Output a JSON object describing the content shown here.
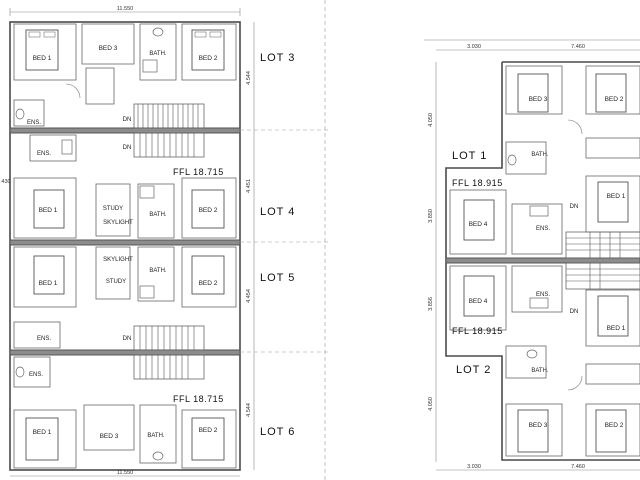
{
  "dimensions": {
    "left_width_top": "11.550",
    "left_width_bottom": "11.550",
    "left_h_lot3": "4.544",
    "left_h_lot4": "4.451",
    "left_h_lot5": "4.454",
    "left_h_lot6": "4.544",
    "left_offset": "430",
    "right_w_a": "3.030",
    "right_w_b": "7.460",
    "right_w_a_bottom": "3.030",
    "right_w_b_bottom": "7.460",
    "right_h_1": "4.050",
    "right_h_2": "3.850",
    "right_h_3": "3.856",
    "right_h_4": "4.050"
  },
  "lots": {
    "lot3": "LOT 3",
    "lot4": "LOT 4",
    "lot5": "LOT 5",
    "lot6": "LOT 6",
    "lot1": "LOT 1",
    "lot2": "LOT 2"
  },
  "levels": {
    "left_a": "FFL 18.715",
    "left_b": "FFL 18.715",
    "right_a": "FFL 18.915",
    "right_b": "FFL 18.915"
  },
  "rooms": {
    "bed1": "BED 1",
    "bed2": "BED 2",
    "bed3": "BED 3",
    "bed4": "BED 4",
    "bath": "BATH.",
    "ens": "ENS.",
    "study": "STUDY",
    "skylight": "SKYLIGHT",
    "dn": "DN"
  }
}
